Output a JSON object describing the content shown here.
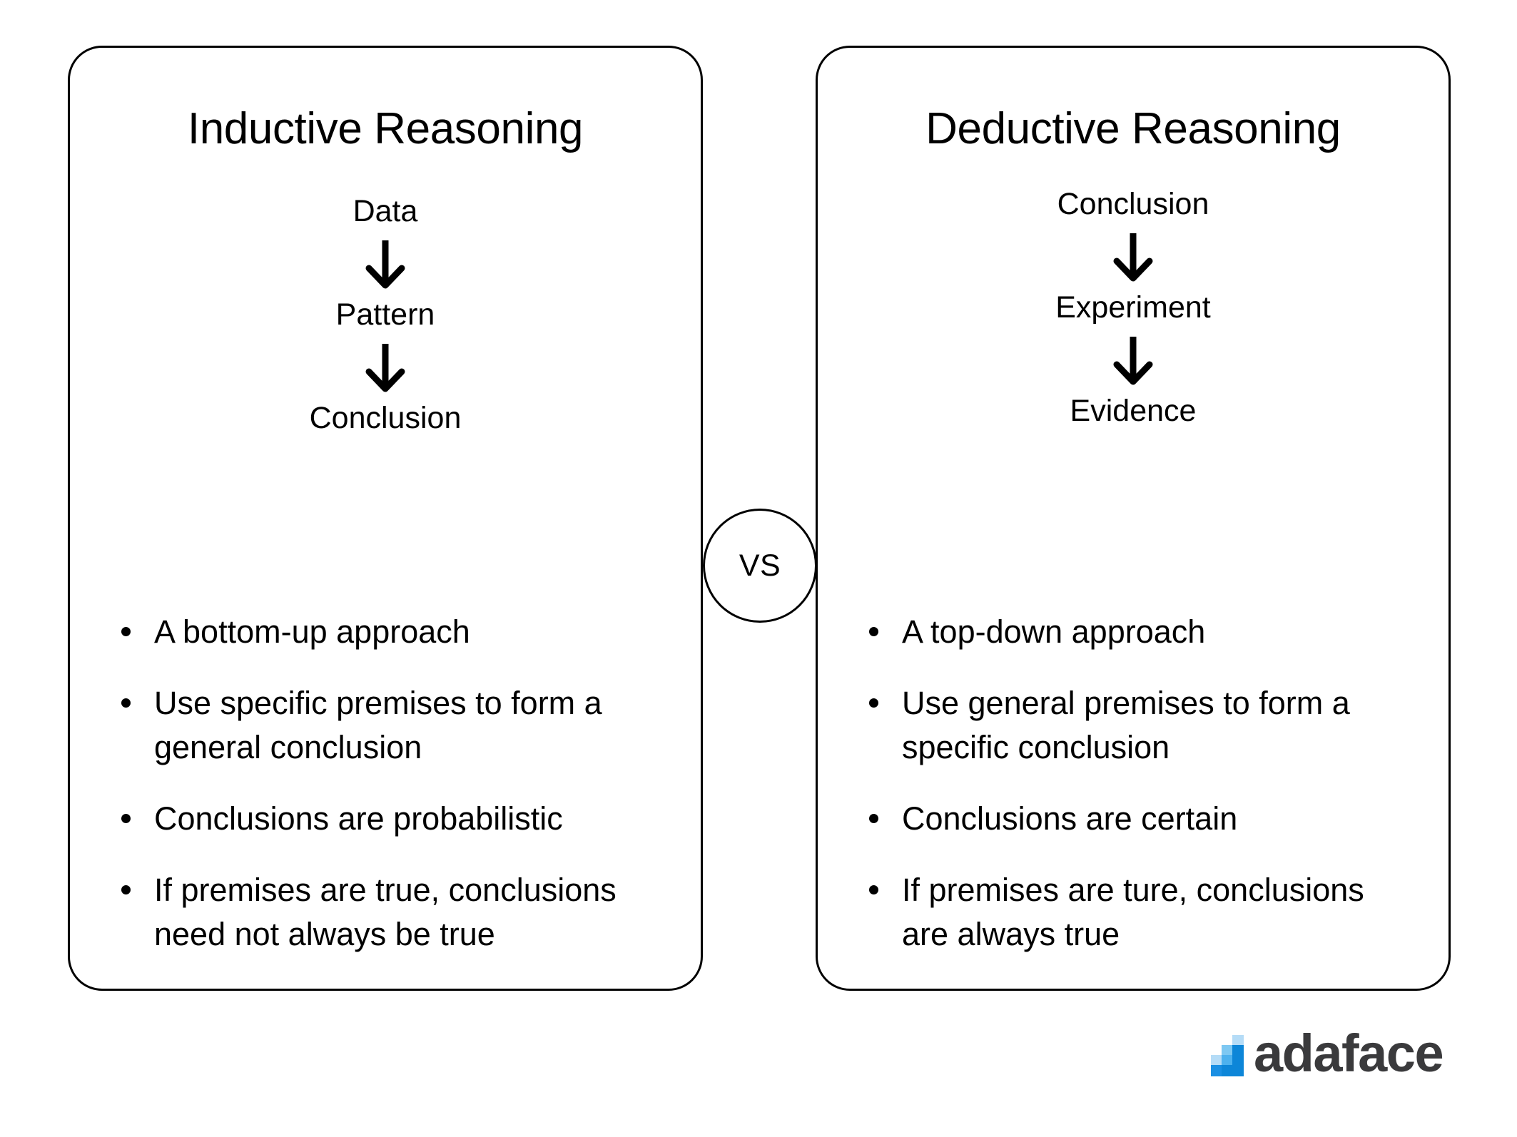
{
  "panels": [
    {
      "title": "Inductive Reasoning",
      "flow": [
        "Data",
        "Pattern",
        "Conclusion"
      ],
      "bullets": [
        "A bottom-up approach",
        "Use specific premises to form a general conclusion",
        "Conclusions are probabilistic",
        "If premises are true, conclusions need not always be true"
      ]
    },
    {
      "title": "Deductive Reasoning",
      "flow": [
        "Conclusion",
        "Experiment",
        "Evidence"
      ],
      "bullets": [
        "A top-down approach",
        "Use general premises to form a specific conclusion",
        "Conclusions are certain",
        "If premises are ture, conclusions are always true"
      ]
    }
  ],
  "comparator": {
    "label": "VS"
  },
  "logo": {
    "text": "adaface",
    "mark_colors": [
      "#b5dcf7",
      "#7ec8f2",
      "#2196e8",
      "#0d86d8",
      "#0b7fd1"
    ],
    "text_color": "#3a3a3c"
  },
  "colors": {
    "stroke": "#000000",
    "background": "#ffffff",
    "brand_blue": "#1a8fe3"
  }
}
